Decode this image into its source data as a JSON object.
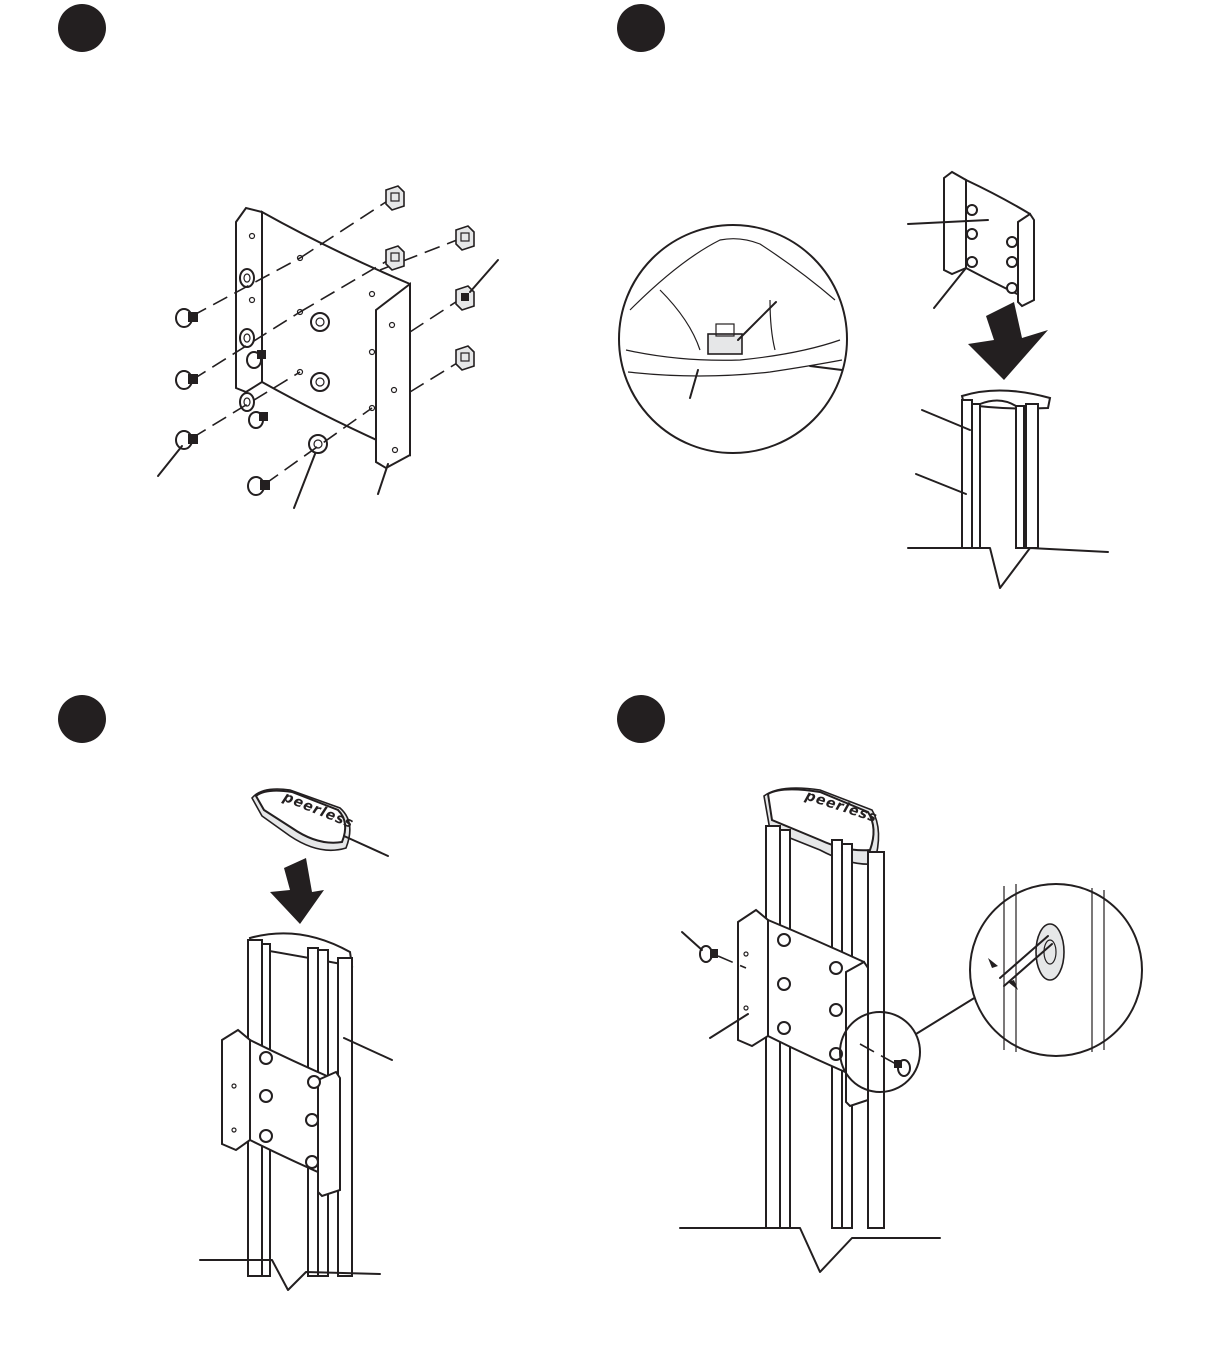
{
  "colors": {
    "ink": "#231f20",
    "paper": "#ffffff",
    "metal_fill": "#e6e7e8"
  },
  "steps": [
    {
      "panel": "top-left",
      "icon": "step-badge-icon"
    },
    {
      "panel": "top-right",
      "icon": "step-badge-icon"
    },
    {
      "panel": "bottom-left",
      "icon": "step-badge-icon"
    },
    {
      "panel": "bottom-right",
      "icon": "step-badge-icon"
    }
  ],
  "brand": {
    "cap_logo": "peerless"
  }
}
